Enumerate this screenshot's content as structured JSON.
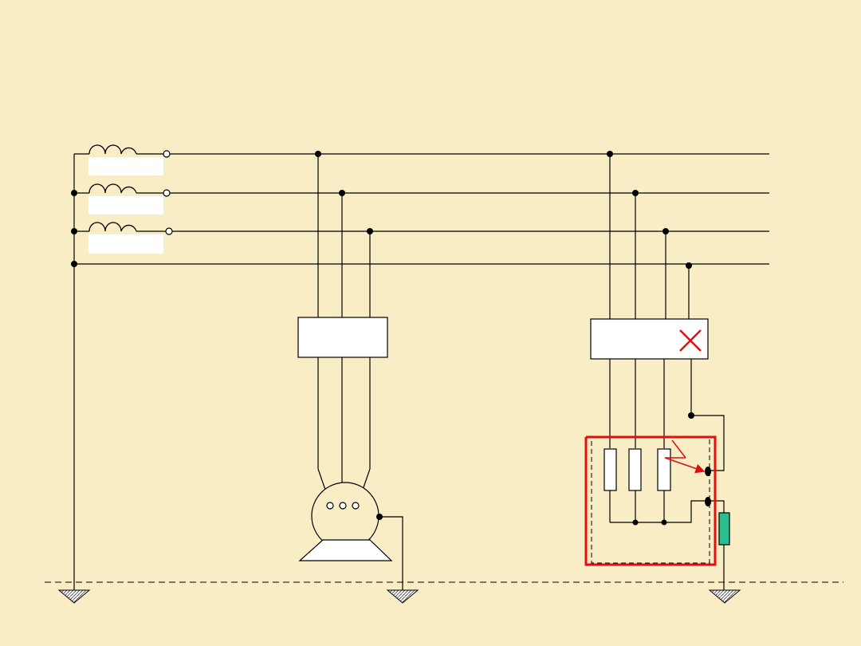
{
  "diagram": {
    "kind": "electrical-schematic",
    "colors": {
      "background": "#f8edc4",
      "wire": "#000000",
      "highlight": "#e01010",
      "resistor_fill": "#2bbf8f",
      "label_box": "#ffffff"
    },
    "components": [
      {
        "name": "transformer-winding-1",
        "icon": "coil-icon"
      },
      {
        "name": "transformer-winding-2",
        "icon": "coil-icon"
      },
      {
        "name": "transformer-winding-3",
        "icon": "coil-icon"
      },
      {
        "name": "switch-box-left",
        "icon": "rectangle"
      },
      {
        "name": "switch-box-right",
        "icon": "rectangle",
        "marker": "cross-icon"
      },
      {
        "name": "motor",
        "icon": "motor-icon"
      },
      {
        "name": "equipment-enclosure",
        "icon": "dashed-rectangle"
      },
      {
        "name": "load-resistors",
        "count": 3
      },
      {
        "name": "grounding-resistor",
        "icon": "resistor-icon"
      },
      {
        "name": "ground-symbols",
        "count": 3,
        "icon": "ground-icon"
      }
    ]
  }
}
